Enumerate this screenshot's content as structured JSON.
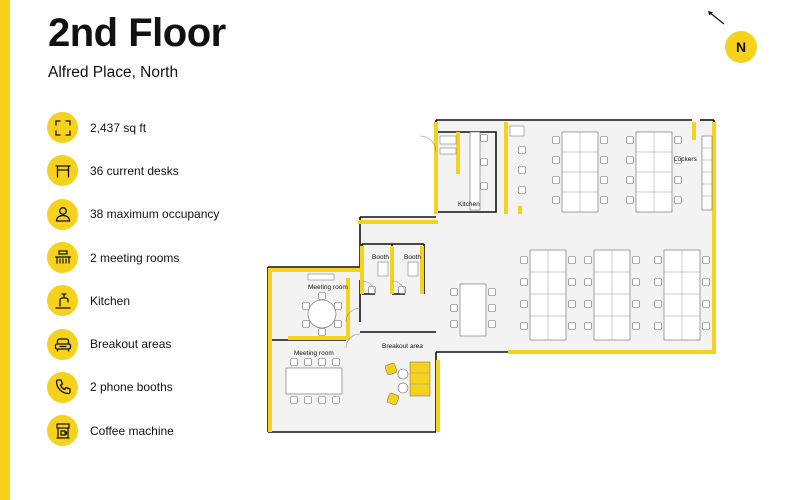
{
  "page": {
    "title": "2nd Floor",
    "subtitle": "Alfred Place, North"
  },
  "colors": {
    "accent": "#f6d21c",
    "wall": "#111111",
    "floor": "#f3f3f3",
    "furniture": "#ffffff"
  },
  "features": [
    {
      "icon": "area-icon",
      "label": "2,437 sq ft"
    },
    {
      "icon": "desk-icon",
      "label": "36 current desks"
    },
    {
      "icon": "person-icon",
      "label": "38 maximum occupancy"
    },
    {
      "icon": "meeting-room-icon",
      "label": "2 meeting rooms"
    },
    {
      "icon": "kitchen-tap-icon",
      "label": "Kitchen"
    },
    {
      "icon": "sofa-icon",
      "label": "Breakout areas"
    },
    {
      "icon": "phone-icon",
      "label": "2 phone booths"
    },
    {
      "icon": "coffee-machine-icon",
      "label": "Coffee machine"
    }
  ],
  "compass": {
    "label": "N"
  },
  "floorplan": {
    "rooms": {
      "kitchen": "Kitchen",
      "lockers": "Lockers",
      "booth_1": "Booth",
      "booth_2": "Booth",
      "meeting_room_1": "Meeting room",
      "meeting_room_2": "Meeting room",
      "breakout_area": "Breakout area"
    }
  }
}
